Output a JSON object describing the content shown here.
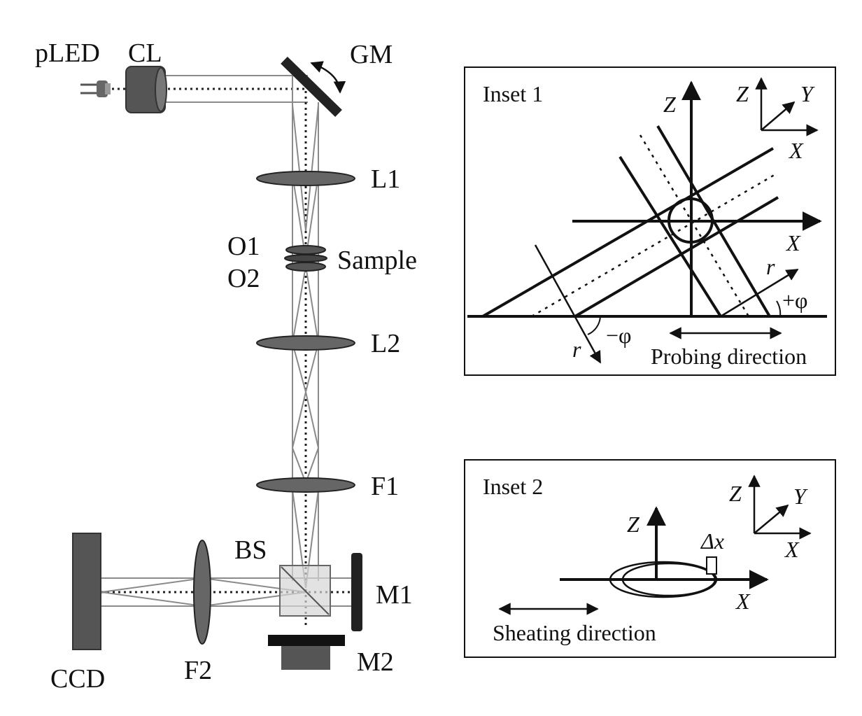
{
  "setup": {
    "labels": {
      "pled": "pLED",
      "cl": "CL",
      "gm": "GM",
      "l1": "L1",
      "o1": "O1",
      "o2": "O2",
      "sample": "Sample",
      "l2": "L2",
      "f1": "F1",
      "bs": "BS",
      "m1": "M1",
      "m2": "M2",
      "ccd": "CCD",
      "f2": "F2"
    }
  },
  "inset1": {
    "title": "Inset 1",
    "axes": {
      "z": "Z",
      "x": "X",
      "y": "Y"
    },
    "r_label": "r",
    "plus_phi": "+φ",
    "minus_phi": "−φ",
    "probing_label": "Probing direction"
  },
  "inset2": {
    "title": "Inset 2",
    "axes": {
      "z": "Z",
      "x": "X",
      "y": "Y"
    },
    "delta_x": "Δx",
    "sheating_label": "Sheating direction"
  },
  "colors": {
    "component_dark": "#555555",
    "component_light": "#cfcfcf",
    "line": "#111111",
    "beam": "#8a8a8a"
  }
}
